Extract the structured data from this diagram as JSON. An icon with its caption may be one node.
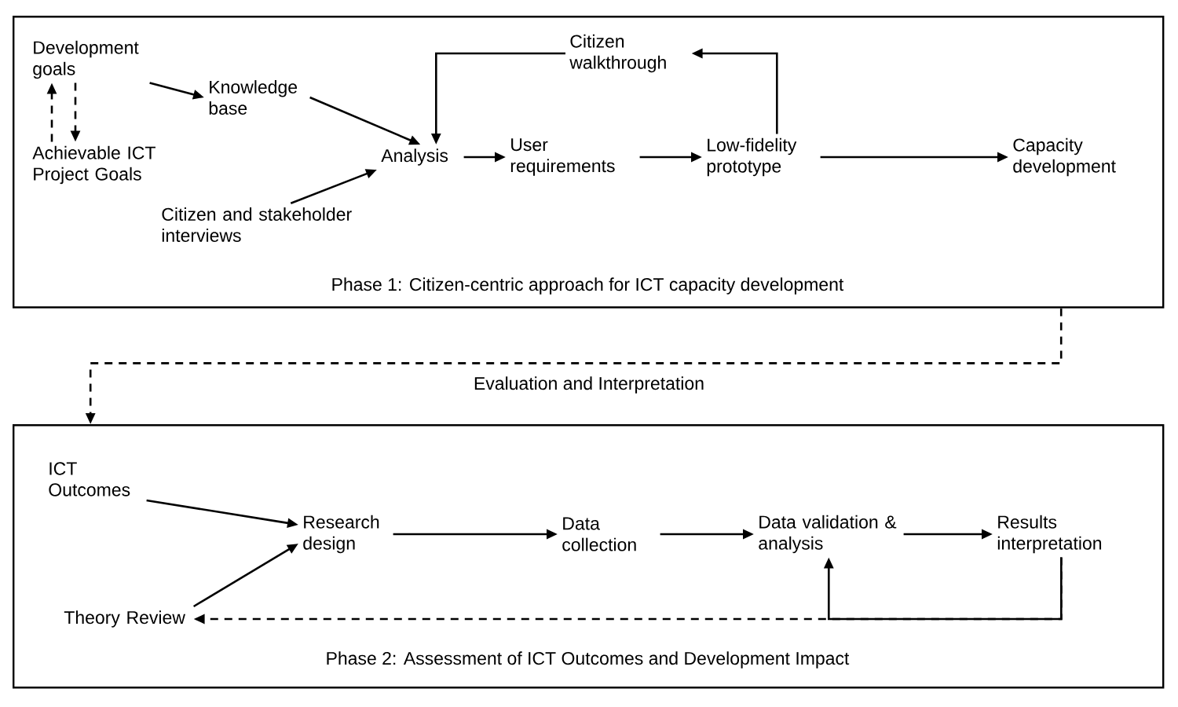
{
  "diagram": {
    "nodes": [
      {
        "text": [
          "Phase 1: Citizen-centric approach for ICT capacity development"
        ]
      },
      {
        "text": [
          "Development goals"
        ],
        "in": 0
      },
      {
        "text": [
          "Achievable ICT Project Goals"
        ],
        "in": 0
      },
      {
        "text": [
          "Knowledge base"
        ],
        "in": 0
      },
      {
        "text": [
          "Analysis"
        ],
        "in": 0
      },
      {
        "text": [
          "Citizen and stakeholder interviews"
        ],
        "in": 0
      },
      {
        "text": [
          "Citizen walkthrough"
        ],
        "in": 0
      },
      {
        "text": [
          "User requirements"
        ],
        "in": 0
      },
      {
        "text": [
          "Low-fidelity prototype"
        ],
        "in": 0
      },
      {
        "text": [
          "Capacity development"
        ],
        "in": 0
      },
      {
        "text": [
          "Phase 2:  Assessment of ICT Outcomes and Development Impact"
        ]
      },
      {
        "text": [
          "ICT Outcomes"
        ],
        "in": 10
      },
      {
        "text": [
          "Theory Review"
        ],
        "in": 10
      },
      {
        "text": [
          "Research design"
        ],
        "in": 10
      },
      {
        "text": [
          "Data collection"
        ],
        "in": 10
      },
      {
        "text": [
          "Data validation & analysis"
        ],
        "in": 10
      },
      {
        "text": [
          "Results interpretation"
        ],
        "in": 10
      }
    ],
    "edges": [
      {
        "from": 2,
        "to": 1,
        "arrow": "to",
        "style": "dashed"
      },
      {
        "from": 1,
        "to": 2,
        "arrow": "to",
        "style": "dashed"
      },
      {
        "from": 1,
        "to": 3,
        "arrow": "to"
      },
      {
        "from": 3,
        "to": 4,
        "arrow": "to"
      },
      {
        "from": 5,
        "to": 4,
        "arrow": "to"
      },
      {
        "from": 6,
        "to": 4,
        "arrow": "to"
      },
      {
        "from": 4,
        "to": 7,
        "arrow": "to"
      },
      {
        "from": 7,
        "to": 8,
        "arrow": "to"
      },
      {
        "from": 8,
        "to": 6,
        "arrow": "to"
      },
      {
        "from": 8,
        "to": 9,
        "arrow": "to"
      },
      {
        "from": 0,
        "to": 10,
        "arrow": "to",
        "style": "dashed",
        "label": "Evaluation and Interpretation"
      },
      {
        "from": 11,
        "to": 13,
        "arrow": "to"
      },
      {
        "from": 12,
        "to": 13,
        "arrow": "to"
      },
      {
        "from": 13,
        "to": 14,
        "arrow": "to"
      },
      {
        "from": 14,
        "to": 15,
        "arrow": "to"
      },
      {
        "from": 15,
        "to": 16,
        "arrow": "to"
      },
      {
        "from": 16,
        "to": 15,
        "arrow": "to"
      },
      {
        "from": 16,
        "to": 12,
        "arrow": "to",
        "style": "dashed"
      }
    ]
  }
}
